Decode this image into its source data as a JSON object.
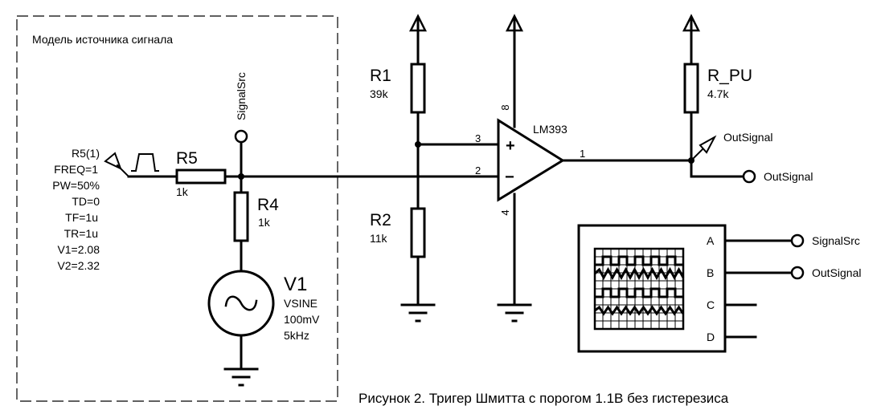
{
  "diagram": {
    "type": "schematic",
    "caption": "Рисунок 2. Тригер Шмитта с порогом 1.1В без гистерезиса",
    "source_block": {
      "title": "Модель источника сигнала",
      "generator": {
        "ref": "R5(1)",
        "params": [
          "FREQ=1",
          "PW=50%",
          "TD=0",
          "TF=1u",
          "TR=1u",
          "V1=2.08",
          "V2=2.32"
        ]
      },
      "R5": {
        "ref": "R5",
        "value": "1k"
      },
      "R4": {
        "ref": "R4",
        "value": "1k"
      },
      "V1": {
        "ref": "V1",
        "type": "VSINE",
        "amplitude": "100mV",
        "frequency": "5kHz"
      },
      "probe": "SignalSrc"
    },
    "R1": {
      "ref": "R1",
      "value": "39k"
    },
    "R2": {
      "ref": "R2",
      "value": "11k"
    },
    "comparator": {
      "part": "LM393",
      "pins": {
        "noninv": "3",
        "inv": "2",
        "out": "1",
        "vcc": "8",
        "gnd": "4"
      },
      "plus": "+",
      "minus": "−"
    },
    "R_PU": {
      "ref": "R_PU",
      "value": "4.7k"
    },
    "out_probe": "OutSignal",
    "out_terminal": "OutSignal",
    "scope": {
      "channels": [
        "A",
        "B",
        "C",
        "D"
      ],
      "connections": [
        "SignalSrc",
        "OutSignal"
      ]
    }
  }
}
